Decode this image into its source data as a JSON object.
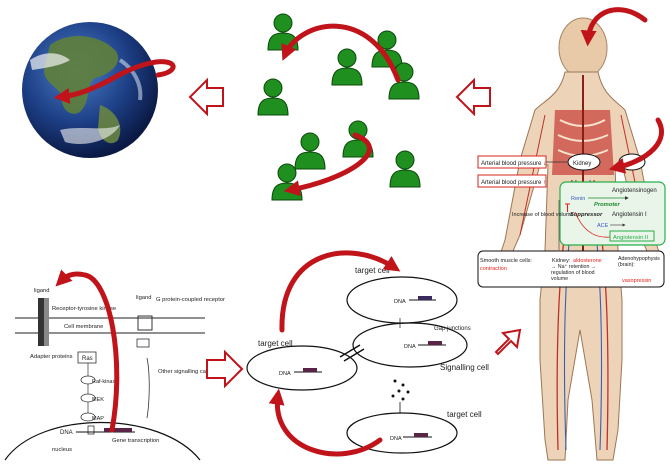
{
  "level_arrows": [
    "population-to-planet",
    "individual-to-population",
    "cellular-to-organism",
    "molecular-to-cellular"
  ],
  "body_panel": {
    "arterial_low": "Arterial blood pressure ↓",
    "arterial_high": "Arterial blood pressure ↑",
    "kidney": "Kidney",
    "angiotensinogen": "Angiotensinogen",
    "renin": "Renin",
    "promoter": "Promoter",
    "suppressor": "Suppressor",
    "angiotensin_1": "Angiotensin I",
    "ace": "ACE",
    "angiotensin_2": "Angiotensin II",
    "increase_volume": "Increase of blood volume",
    "smooth_muscle": "Smooth muscle cells:",
    "contraction": "contraction",
    "kidney_effects": "Kidney:",
    "aldosterone": "aldosterone",
    "na_retention": "→ Na⁺ retention → regulation of blood volume",
    "adenohypophysis": "Adenohypophysis (brain):",
    "vasopressin": "vasopressin",
    "colors": {
      "highlight": "#e8221c",
      "renin": "#3b55c9",
      "promoter": "#1c8a2a",
      "angio2": "#27b04a",
      "box_fill": "#e9f5e9"
    }
  },
  "signalling": {
    "ligand_left": "ligand",
    "receptor_tyrosine": "Receptor-tyrosine kinase",
    "ligand_right": "ligand",
    "gpcr": "G protein-coupled receptor",
    "cell_membrane": "Cell membrane",
    "adapter": "Adapter proteins",
    "ras": "Ras",
    "raf": "Raf-kinase",
    "mek": "MEK",
    "map": "MAP",
    "other_cascades": "Other signalling cascades",
    "dna": "DNA",
    "gene_transcription": "Gene transcription",
    "nucleus": "nucleus"
  },
  "cells": {
    "target_top": "target cell",
    "target_left": "target cell",
    "target_bottom": "target cell",
    "gap_junctions": "Gap junctions",
    "signalling_cell": "Signalling cell",
    "dna": "DNA"
  }
}
